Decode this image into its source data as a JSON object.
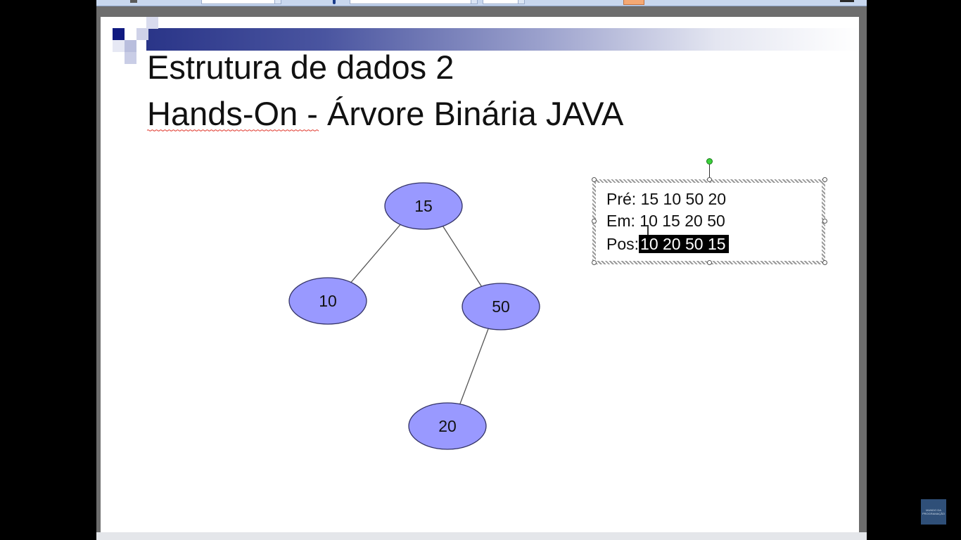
{
  "slide": {
    "title_line_1": "Estrutura de dados 2",
    "title_line_2": "Hands-On - Árvore Binária JAVA"
  },
  "tree": {
    "nodes": [
      {
        "id": "root",
        "label": "15"
      },
      {
        "id": "left",
        "label": "10"
      },
      {
        "id": "right",
        "label": "50"
      },
      {
        "id": "right-left",
        "label": "20"
      }
    ],
    "edges": [
      [
        "root",
        "left"
      ],
      [
        "root",
        "right"
      ],
      [
        "right",
        "right-left"
      ]
    ],
    "node_fill": "#9999ff",
    "node_stroke": "#333366"
  },
  "traversals": {
    "pre_label": "Pré:",
    "pre_values": "15 10 50 20",
    "em_label": "Em:",
    "em_values": "10 15 20 50",
    "pos_label": "Pos:",
    "pos_values": "10 20 50 15"
  },
  "watermark": {
    "line_1": "MUNDO DA",
    "line_2": "PROGRAMAÇÃO"
  }
}
